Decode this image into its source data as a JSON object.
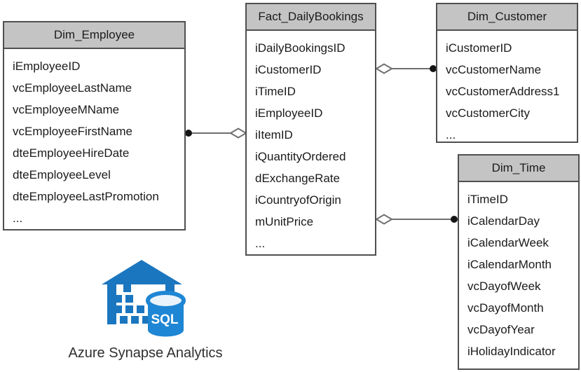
{
  "tables": [
    {
      "name": "Dim_Employee",
      "fields": [
        "iEmployeeID",
        "vcEmployeeLastName",
        "vcEmployeeMName",
        "vcEmployeeFirstName",
        "dteEmployeeHireDate",
        "dteEmployeeLevel",
        "dteEmployeeLastPromotion",
        "..."
      ]
    },
    {
      "name": "Fact_DailyBookings",
      "fields": [
        "iDailyBookingsID",
        "iCustomerID",
        "iTimeID",
        "iEmployeeID",
        "iItemID",
        "iQuantityOrdered",
        "dExchangeRate",
        "iCountryofOrigin",
        "mUnitPrice",
        "..."
      ]
    },
    {
      "name": "Dim_Customer",
      "fields": [
        "iCustomerID",
        "vcCustomerName",
        "vcCustomerAddress1",
        "vcCustomerCity",
        "..."
      ]
    },
    {
      "name": "Dim_Time",
      "fields": [
        "iTimeID",
        "iCalendarDay",
        "iCalendarWeek",
        "iCalendarMonth",
        "vcDayofWeek",
        "vcDayofMonth",
        "vcDayofYear",
        "iHolidayIndicator"
      ]
    }
  ],
  "relationships": [
    {
      "source": "Dim_Employee",
      "target": "Fact_DailyBookings",
      "source_marker": "filled-dot",
      "target_marker": "open-diamond"
    },
    {
      "source": "Dim_Customer",
      "target": "Fact_DailyBookings",
      "source_marker": "filled-dot",
      "target_marker": "open-diamond"
    },
    {
      "source": "Dim_Time",
      "target": "Fact_DailyBookings",
      "source_marker": "filled-dot",
      "target_marker": "open-diamond"
    }
  ],
  "logo": {
    "product_label": "Azure Synapse Analytics",
    "sql_badge": "SQL"
  },
  "icons": {
    "warehouse": "warehouse-icon",
    "sql_database": "sql-database-cylinder-icon"
  },
  "colors": {
    "table_header_bg": "#c4c4c4",
    "table_border": "#4f4f4f",
    "connector_line": "#6f6f6f",
    "marker_dot": "#141414",
    "warehouse_blue": "#1b76c0",
    "database_blue": "#1e86d4",
    "text": "#1b1b1b"
  }
}
